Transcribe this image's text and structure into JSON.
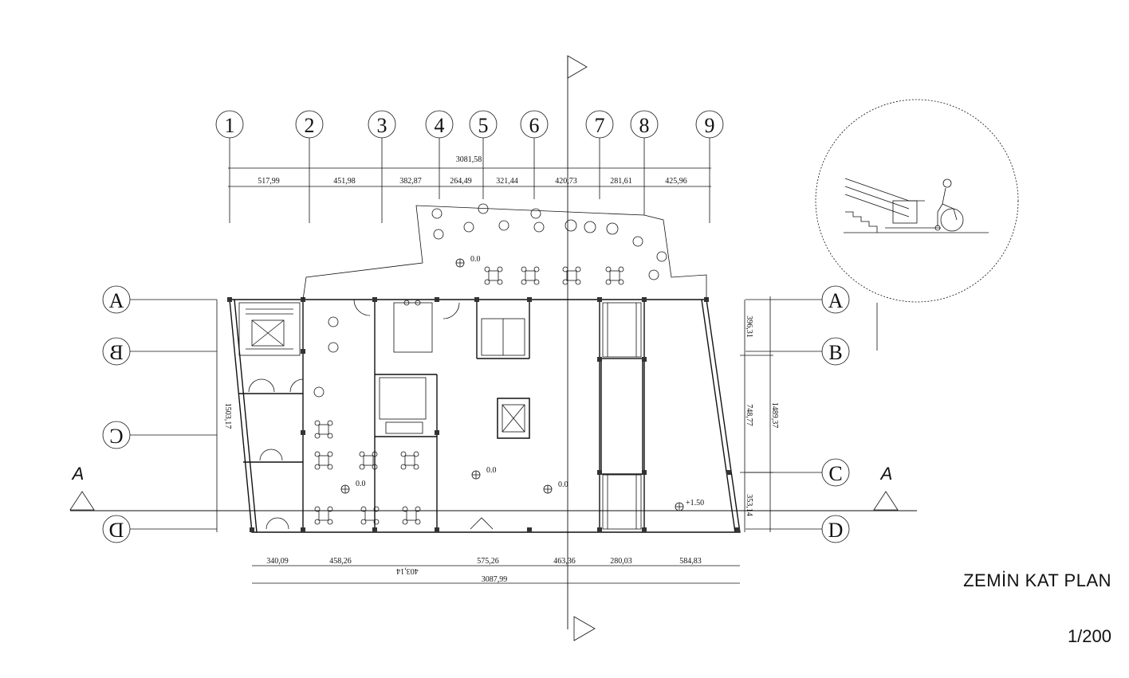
{
  "grid_columns": [
    "1",
    "2",
    "3",
    "4",
    "5",
    "6",
    "7",
    "8",
    "9"
  ],
  "grid_rows_left": [
    "A",
    "B",
    "C",
    "D"
  ],
  "grid_rows_right": [
    "A",
    "B",
    "C",
    "D"
  ],
  "top_total": "3081,58",
  "top_dims": [
    "517,99",
    "451,98",
    "382,87",
    "264,49",
    "321,44",
    "420,73",
    "281,61",
    "425,96"
  ],
  "bottom_dims": [
    "340,09",
    "458,26",
    "575,26",
    "463,36",
    "280,03",
    "584,83"
  ],
  "bottom_mirrored": "403,14",
  "bottom_total": "3087,99",
  "left_total": "1503,17",
  "right_dims": [
    "396,31",
    "748,77",
    "353,14"
  ],
  "right_total": "1489,37",
  "levels": [
    "0.0",
    "0.0",
    "0.0",
    "0.0",
    "+1.50"
  ],
  "section_mark": "A",
  "title": "ZEMİN KAT PLAN",
  "scale": "1/200"
}
